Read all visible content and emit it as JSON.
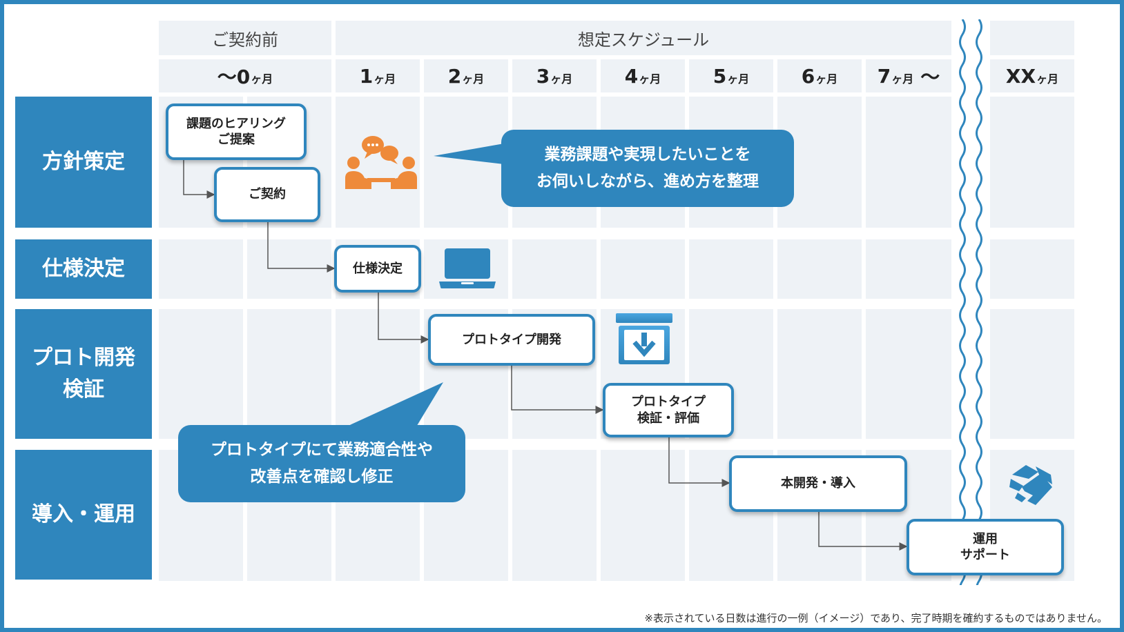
{
  "header": {
    "pre_contract": "ご契約前",
    "schedule": "想定スケジュール"
  },
  "months": [
    {
      "num": "〜0",
      "unit": "ヶ月",
      "suffix": ""
    },
    {
      "num": "1",
      "unit": "ヶ月",
      "suffix": ""
    },
    {
      "num": "2",
      "unit": "ヶ月",
      "suffix": ""
    },
    {
      "num": "3",
      "unit": "ヶ月",
      "suffix": ""
    },
    {
      "num": "4",
      "unit": "ヶ月",
      "suffix": ""
    },
    {
      "num": "5",
      "unit": "ヶ月",
      "suffix": ""
    },
    {
      "num": "6",
      "unit": "ヶ月",
      "suffix": ""
    },
    {
      "num": "7",
      "unit": "ヶ月",
      "suffix": "〜"
    },
    {
      "num": "XX",
      "unit": "ヶ月",
      "suffix": ""
    }
  ],
  "phases": [
    {
      "line1": "方針策定",
      "line2": ""
    },
    {
      "line1": "仕様決定",
      "line2": ""
    },
    {
      "line1": "プロト開発",
      "line2": "検証"
    },
    {
      "line1": "導入・運用",
      "line2": ""
    }
  ],
  "nodes": {
    "hearing": {
      "line1": "課題のヒアリング",
      "line2": "ご提案"
    },
    "contract": {
      "line1": "ご契約",
      "line2": ""
    },
    "spec": {
      "line1": "仕様決定",
      "line2": ""
    },
    "proto_dev": {
      "line1": "プロトタイプ開発",
      "line2": ""
    },
    "proto_eval": {
      "line1": "プロトタイプ",
      "line2": "検証・評価"
    },
    "main_dev": {
      "line1": "本開発・導入",
      "line2": ""
    },
    "operation": {
      "line1": "運用",
      "line2": "サポート"
    }
  },
  "callouts": {
    "policy": {
      "line1": "業務課題や実現したいことを",
      "line2": "お伺いしながら、進め方を整理"
    },
    "proto": {
      "line1": "プロトタイプにて業務適合性や",
      "line2": "改善点を確認し修正"
    }
  },
  "icons": {
    "meeting": "meeting-people-icon",
    "laptop": "laptop-icon",
    "download": "download-box-icon",
    "handshake": "handshake-icon"
  },
  "colors": {
    "primary": "#2f86bd",
    "accent_orange": "#ee8a3a",
    "cell_bg": "#eef2f6"
  },
  "footnote": "※表示されている日数は進行の一例（イメージ）であり、完了時期を確約するものではありません。"
}
